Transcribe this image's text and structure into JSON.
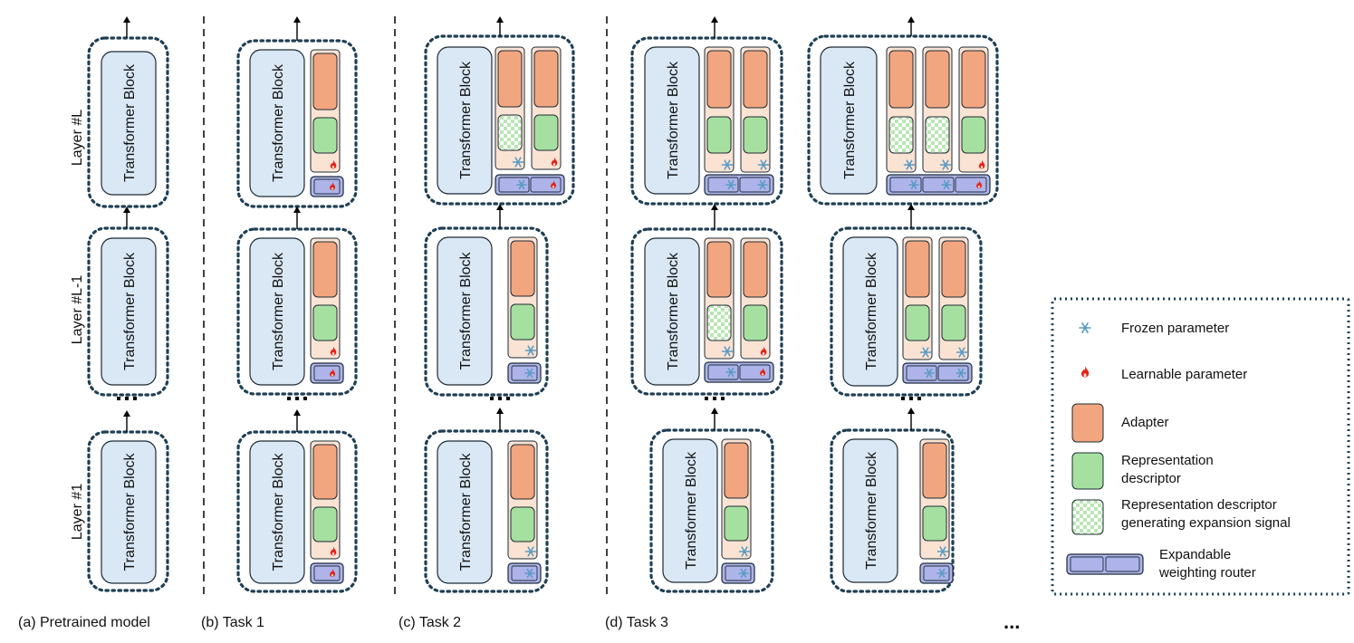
{
  "labels": {
    "transformer_block": "Transformer Block",
    "layer_L": "Layer #L",
    "layer_L_minus_1": "Layer #L-1",
    "layer_1": "Layer #1",
    "ellipsis": "...",
    "panel_a": "(a) Pretrained model",
    "panel_b": "(b) Task 1",
    "panel_c": "(c) Task 2",
    "panel_d": "(d) Task 3"
  },
  "legend": {
    "frozen": "Frozen parameter",
    "learnable": "Learnable parameter",
    "adapter": "Adapter",
    "rep_line1": "Representation",
    "rep_line2": "descriptor",
    "exp_line1": "Representation descriptor",
    "exp_line2": "generating expansion signal",
    "router_line1": "Expandable",
    "router_line2": "weighting router"
  },
  "colors": {
    "transformer_fill": "#dae8f5",
    "adapter_fill": "#f2a67f",
    "descriptor_fill": "#a6e0a0",
    "module_bg": "#fbe3d3",
    "router_fill": "#aeb4ea",
    "frame_stroke": "#1f3f55",
    "snow": "#5a9bc4",
    "flame": "#e2231a"
  },
  "icons": [
    "snowflake-icon",
    "flame-icon",
    "arrow-icon"
  ]
}
